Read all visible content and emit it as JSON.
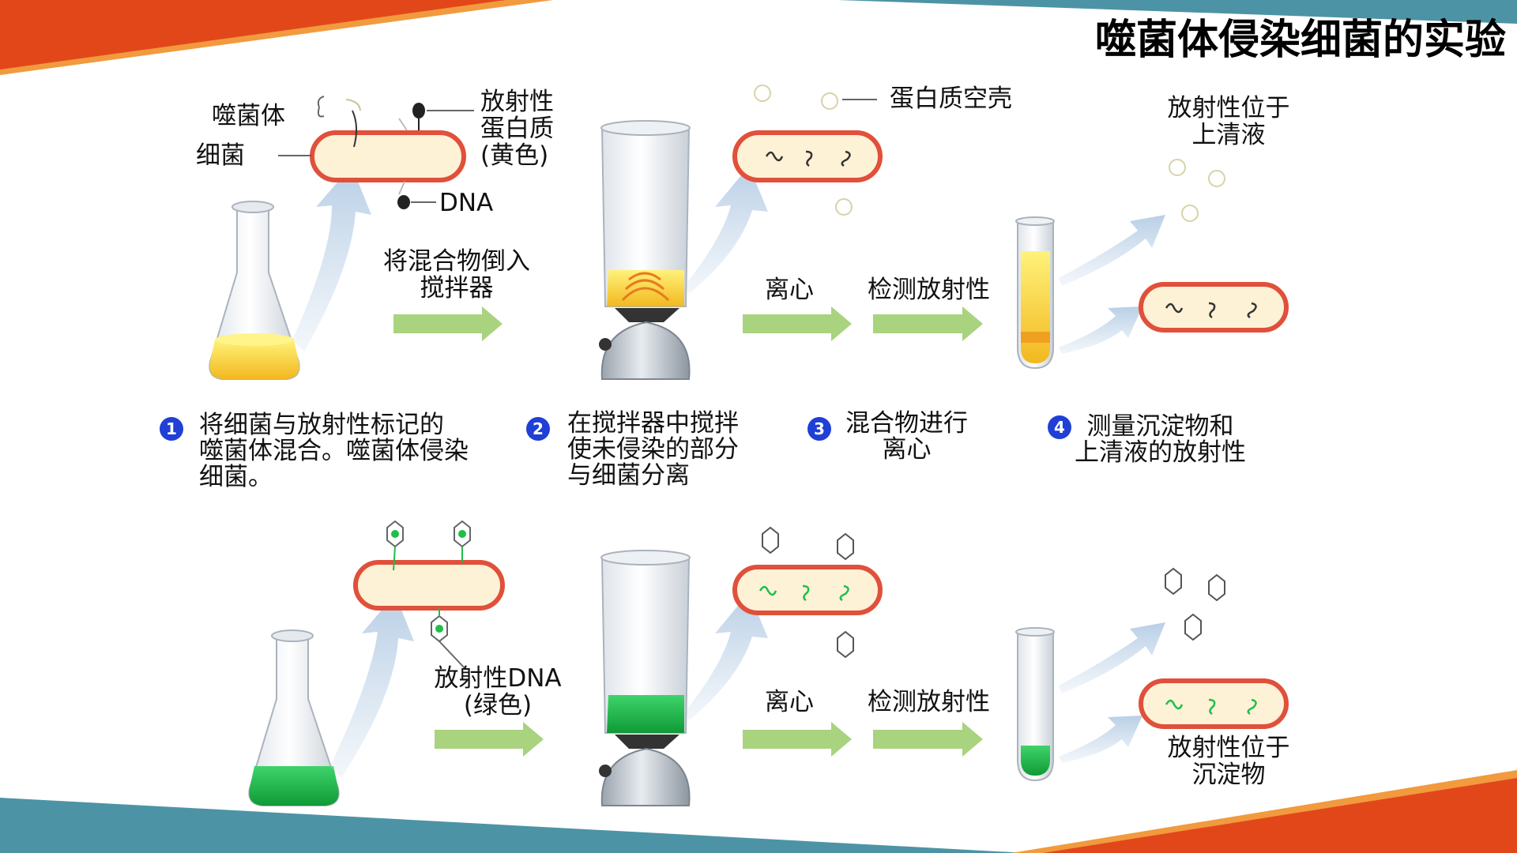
{
  "title": "噬菌体侵染细菌的实验",
  "colors": {
    "orange": "#e2471a",
    "teal": "#4d93a6",
    "arrow_green": "#a9d37f",
    "yellow": "#f6d23a",
    "green": "#1dbf4a",
    "bacteria_border": "#e0503a",
    "step_blue": "#1f3fd6"
  },
  "top": {
    "labels": {
      "phage": "噬菌体",
      "bacteria": "细菌",
      "radio_protein": [
        "放射性",
        "蛋白质",
        "(黄色)"
      ],
      "dna": "DNA",
      "pour": [
        "将混合物倒入",
        "搅拌器"
      ],
      "protein_shell": "蛋白质空壳",
      "centrifuge": "离心",
      "detect": "检测放射性",
      "result": [
        "放射性位于",
        "上清液"
      ]
    },
    "steps": [
      {
        "num": "1",
        "lines": [
          "将细菌与放射性标记的",
          "噬菌体混合。噬菌体侵染",
          "细菌。"
        ]
      },
      {
        "num": "2",
        "lines": [
          "在搅拌器中搅拌",
          "使未侵染的部分",
          "与细菌分离"
        ]
      },
      {
        "num": "3",
        "lines": [
          "混合物进行",
          "离心"
        ]
      },
      {
        "num": "4",
        "lines": [
          "测量沉淀物和",
          "上清液的放射性"
        ]
      }
    ]
  },
  "bottom": {
    "labels": {
      "radio_dna": [
        "放射性DNA",
        "(绿色)"
      ],
      "centrifuge": "离心",
      "detect": "检测放射性",
      "result": [
        "放射性位于",
        "沉淀物"
      ]
    }
  }
}
